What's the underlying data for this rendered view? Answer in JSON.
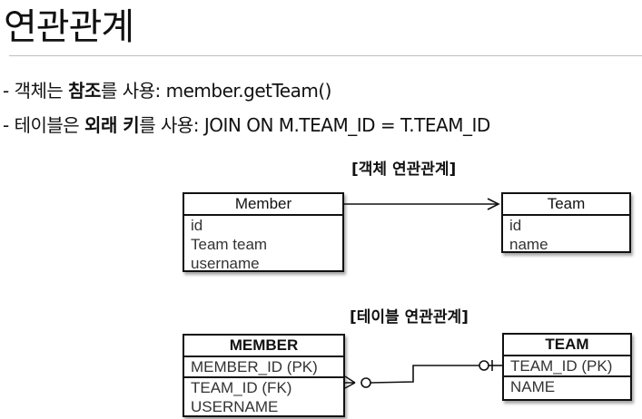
{
  "title": "연관관계",
  "bullets": [
    {
      "prefix": "- 객체는 ",
      "bold": "참조",
      "suffix": "를 사용: member.getTeam()"
    },
    {
      "prefix": "- 테이블은 ",
      "bold": "외래 키",
      "suffix": "를 사용: JOIN ON M.TEAM_ID = T.TEAM_ID"
    }
  ],
  "object_diagram": {
    "caption": "[객체 연관관계]",
    "member": {
      "name": "Member",
      "fields": [
        "id",
        "Team team",
        "username"
      ]
    },
    "team": {
      "name": "Team",
      "fields": [
        "id",
        "name"
      ]
    },
    "relation": "navigable-association (Member → Team)"
  },
  "table_diagram": {
    "caption": "[테이블 연관관계]",
    "member": {
      "name": "MEMBER",
      "pk": "MEMBER_ID (PK)",
      "fields": [
        "TEAM_ID (FK)",
        "USERNAME"
      ]
    },
    "team": {
      "name": "TEAM",
      "pk": "TEAM_ID (PK)",
      "fields": [
        "NAME"
      ]
    },
    "relation": "many-optional to one-optional (MEMBER.TEAM_ID → TEAM.TEAM_ID)"
  }
}
